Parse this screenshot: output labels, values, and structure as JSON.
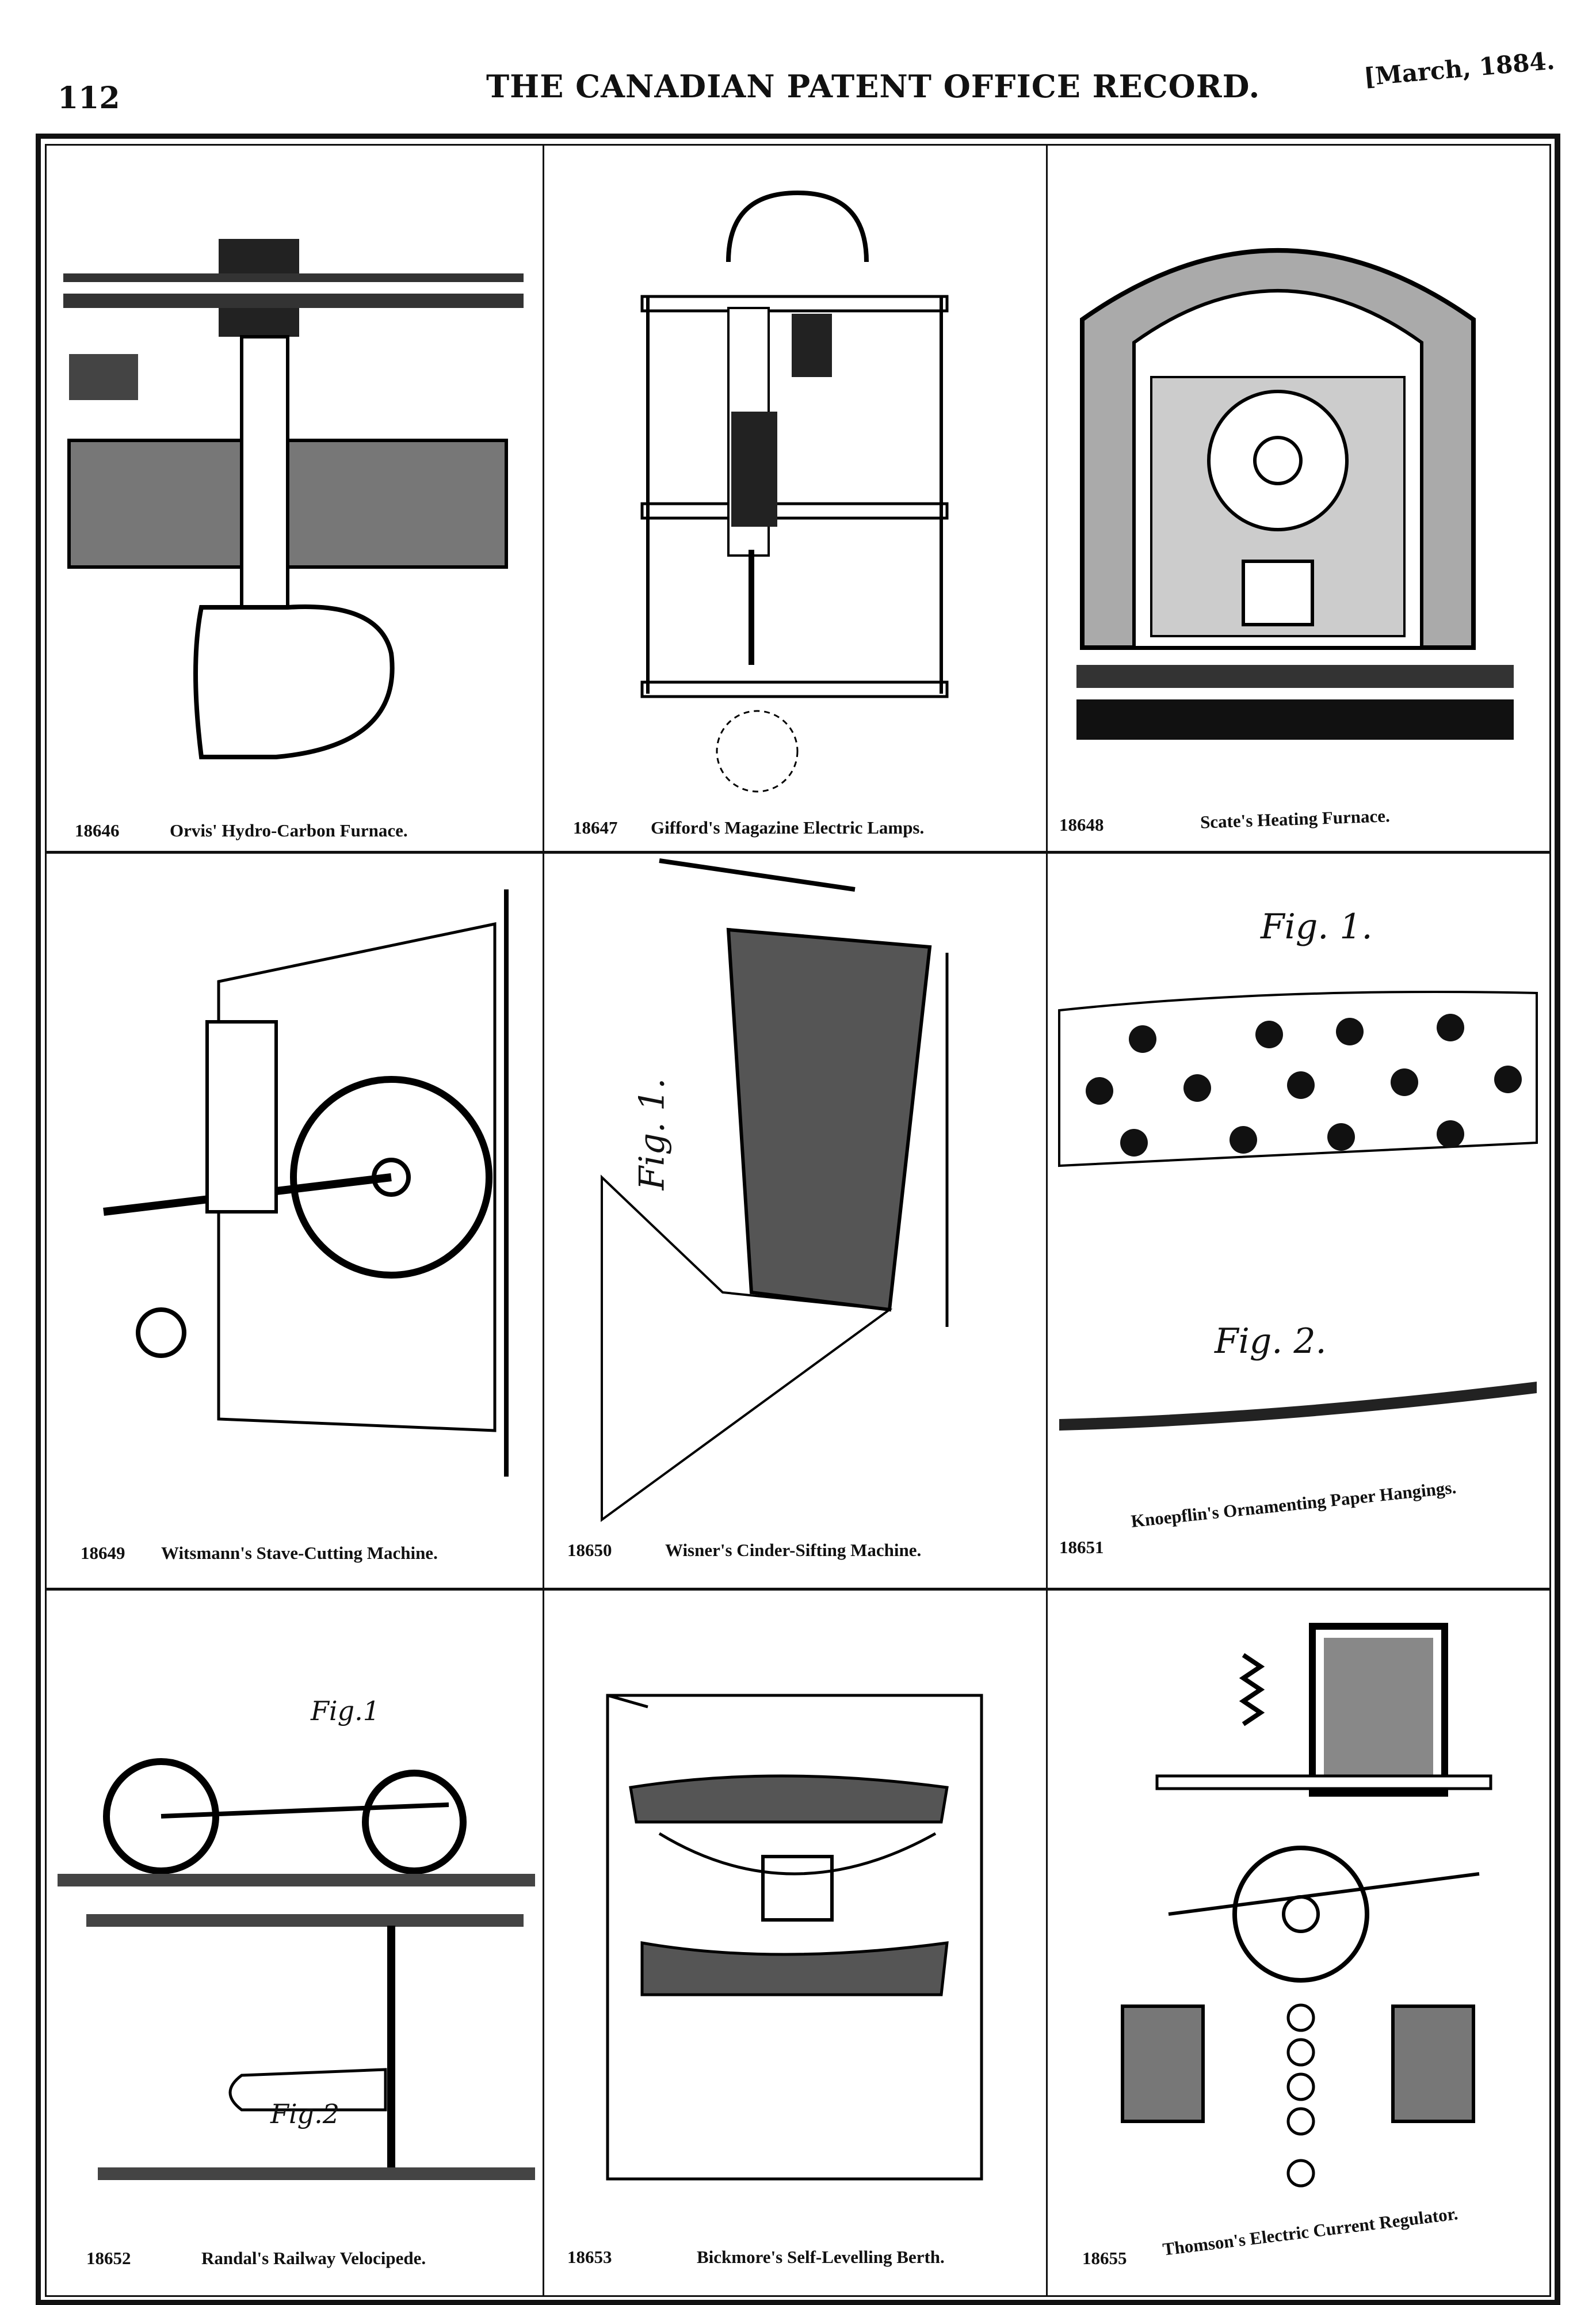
{
  "header": {
    "page_number": "112",
    "title": "THE CANADIAN PATENT OFFICE RECORD.",
    "date": "[March, 1884."
  },
  "patents": [
    {
      "number": "18646",
      "title": "Orvis' Hydro-Carbon Furnace."
    },
    {
      "number": "18647",
      "title": "Gifford's Magazine Electric Lamps."
    },
    {
      "number": "18648",
      "title": "Scate's Heating Furnace."
    },
    {
      "number": "18649",
      "title": "Witsmann's Stave-Cutting Machine."
    },
    {
      "number": "18650",
      "title": "Wisner's Cinder-Sifting Machine.",
      "figures": [
        "Fig. 1."
      ]
    },
    {
      "number": "18651",
      "title": "Knoepflin's Ornamenting Paper Hangings.",
      "figures": [
        "Fig. 1.",
        "Fig. 2."
      ]
    },
    {
      "number": "18652",
      "title": "Randal's Railway Velocipede.",
      "figures": [
        "Fig.1",
        "Fig.2"
      ]
    },
    {
      "number": "18653",
      "title": "Bickmore's Self-Levelling Berth."
    },
    {
      "number": "18655",
      "title": "Thomson's Electric Current Regulator."
    }
  ]
}
